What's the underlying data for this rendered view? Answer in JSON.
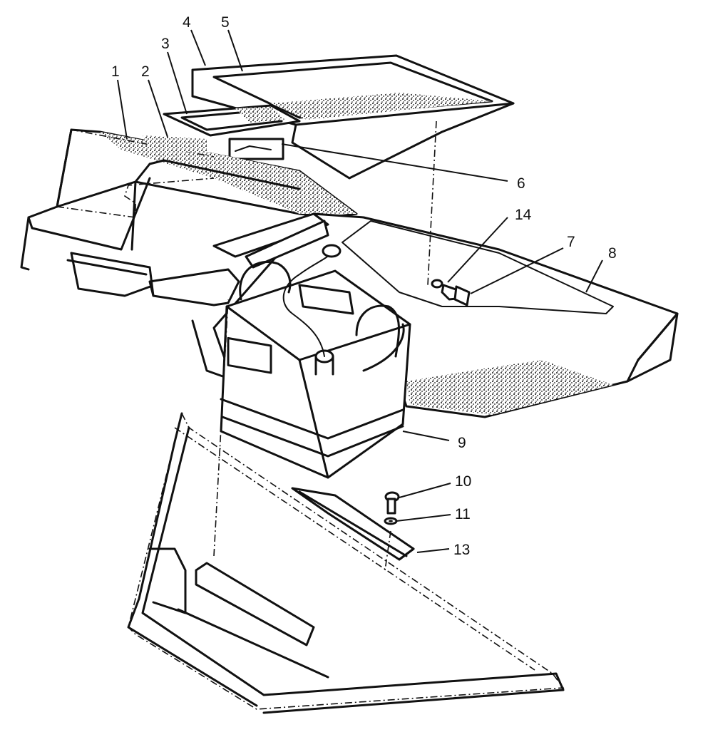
{
  "callouts": [
    {
      "id": "1",
      "label": "1"
    },
    {
      "id": "2",
      "label": "2"
    },
    {
      "id": "3",
      "label": "3"
    },
    {
      "id": "4",
      "label": "4"
    },
    {
      "id": "5",
      "label": "5"
    },
    {
      "id": "6",
      "label": "6"
    },
    {
      "id": "7",
      "label": "7"
    },
    {
      "id": "8",
      "label": "8"
    },
    {
      "id": "9",
      "label": "9"
    },
    {
      "id": "10",
      "label": "10"
    },
    {
      "id": "11",
      "label": "11"
    },
    {
      "id": "13",
      "label": "13"
    },
    {
      "id": "14",
      "label": "14"
    }
  ],
  "colors": {
    "ink": "#111111",
    "paper": "#ffffff"
  }
}
